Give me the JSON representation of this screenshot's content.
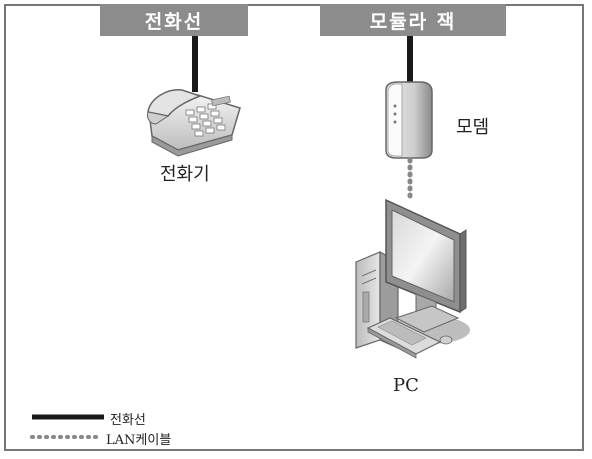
{
  "jacks": {
    "phone": "전화선",
    "modem": "모듈라 잭"
  },
  "devices": {
    "telephone": "전화기",
    "modem": "모뎀",
    "pc": "PC"
  },
  "legend": {
    "phone_line": "전화선",
    "lan_cable": "LAN케이블"
  },
  "colors": {
    "jack_bg": "#8c8c8c",
    "line": "#1a1a1a",
    "dots": "#888888",
    "frame": "#777777"
  }
}
